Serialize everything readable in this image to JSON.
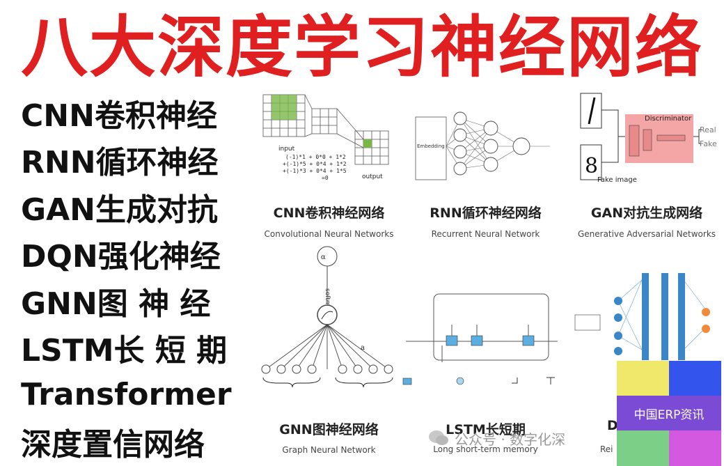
{
  "title": "八大深度学习神经网络",
  "network_list": [
    "CNN卷积神经",
    "RNN循环神经",
    "GAN生成对抗",
    "DQN强化神经",
    "GNN图 神 经",
    "LSTM长 短 期",
    "Transformer",
    "深度置信网络"
  ],
  "panels": {
    "cnn": {
      "title": "CNN卷积神经网络",
      "subtitle": "Convolutional Neural Networks",
      "input_label": "input",
      "output_label": "output",
      "calc": [
        "(-1)*1 + 0*0 + 1*2",
        "+(-1)*5 + 0*4 + 1*2",
        "+(-1)*3 + 0*4 + 1*5",
        "=0"
      ]
    },
    "rnn": {
      "title": "RNN循环神经网络",
      "subtitle": "Recurrent Neural Network",
      "embedding_label": "Embedding"
    },
    "gan": {
      "title": "GAN对抗生成网络",
      "subtitle": "Generative Adversarial Networks",
      "discriminator_label": "Discriminator",
      "real_label": "Real",
      "fake_label": "Fake",
      "fake_image_label": "Fake image"
    },
    "gnn": {
      "title": "GNN图神经网络",
      "subtitle": "Graph Neural Network",
      "top_node": "α",
      "softmax_label": "softmax",
      "a_label": "a"
    },
    "lstm": {
      "title": "LSTM长短期",
      "subtitle": "Long short-term memory"
    },
    "dbn": {
      "title_partial": "D",
      "subtitle_partial": "Rei"
    }
  },
  "badge": {
    "label": "中国ERP资讯",
    "colors": [
      "#efe86b",
      "#3355ee",
      "#7b4bd6",
      "#7bcf86",
      "#d35ae0"
    ]
  },
  "watermark": {
    "text": "公众号 · 数字化深"
  },
  "colors": {
    "title": "#e02020",
    "cnn_green": "#7ab648",
    "gan_pink": "#f4a6a6",
    "dbn_blue": "#3b86c7",
    "dbn_orange": "#f08a3c"
  }
}
